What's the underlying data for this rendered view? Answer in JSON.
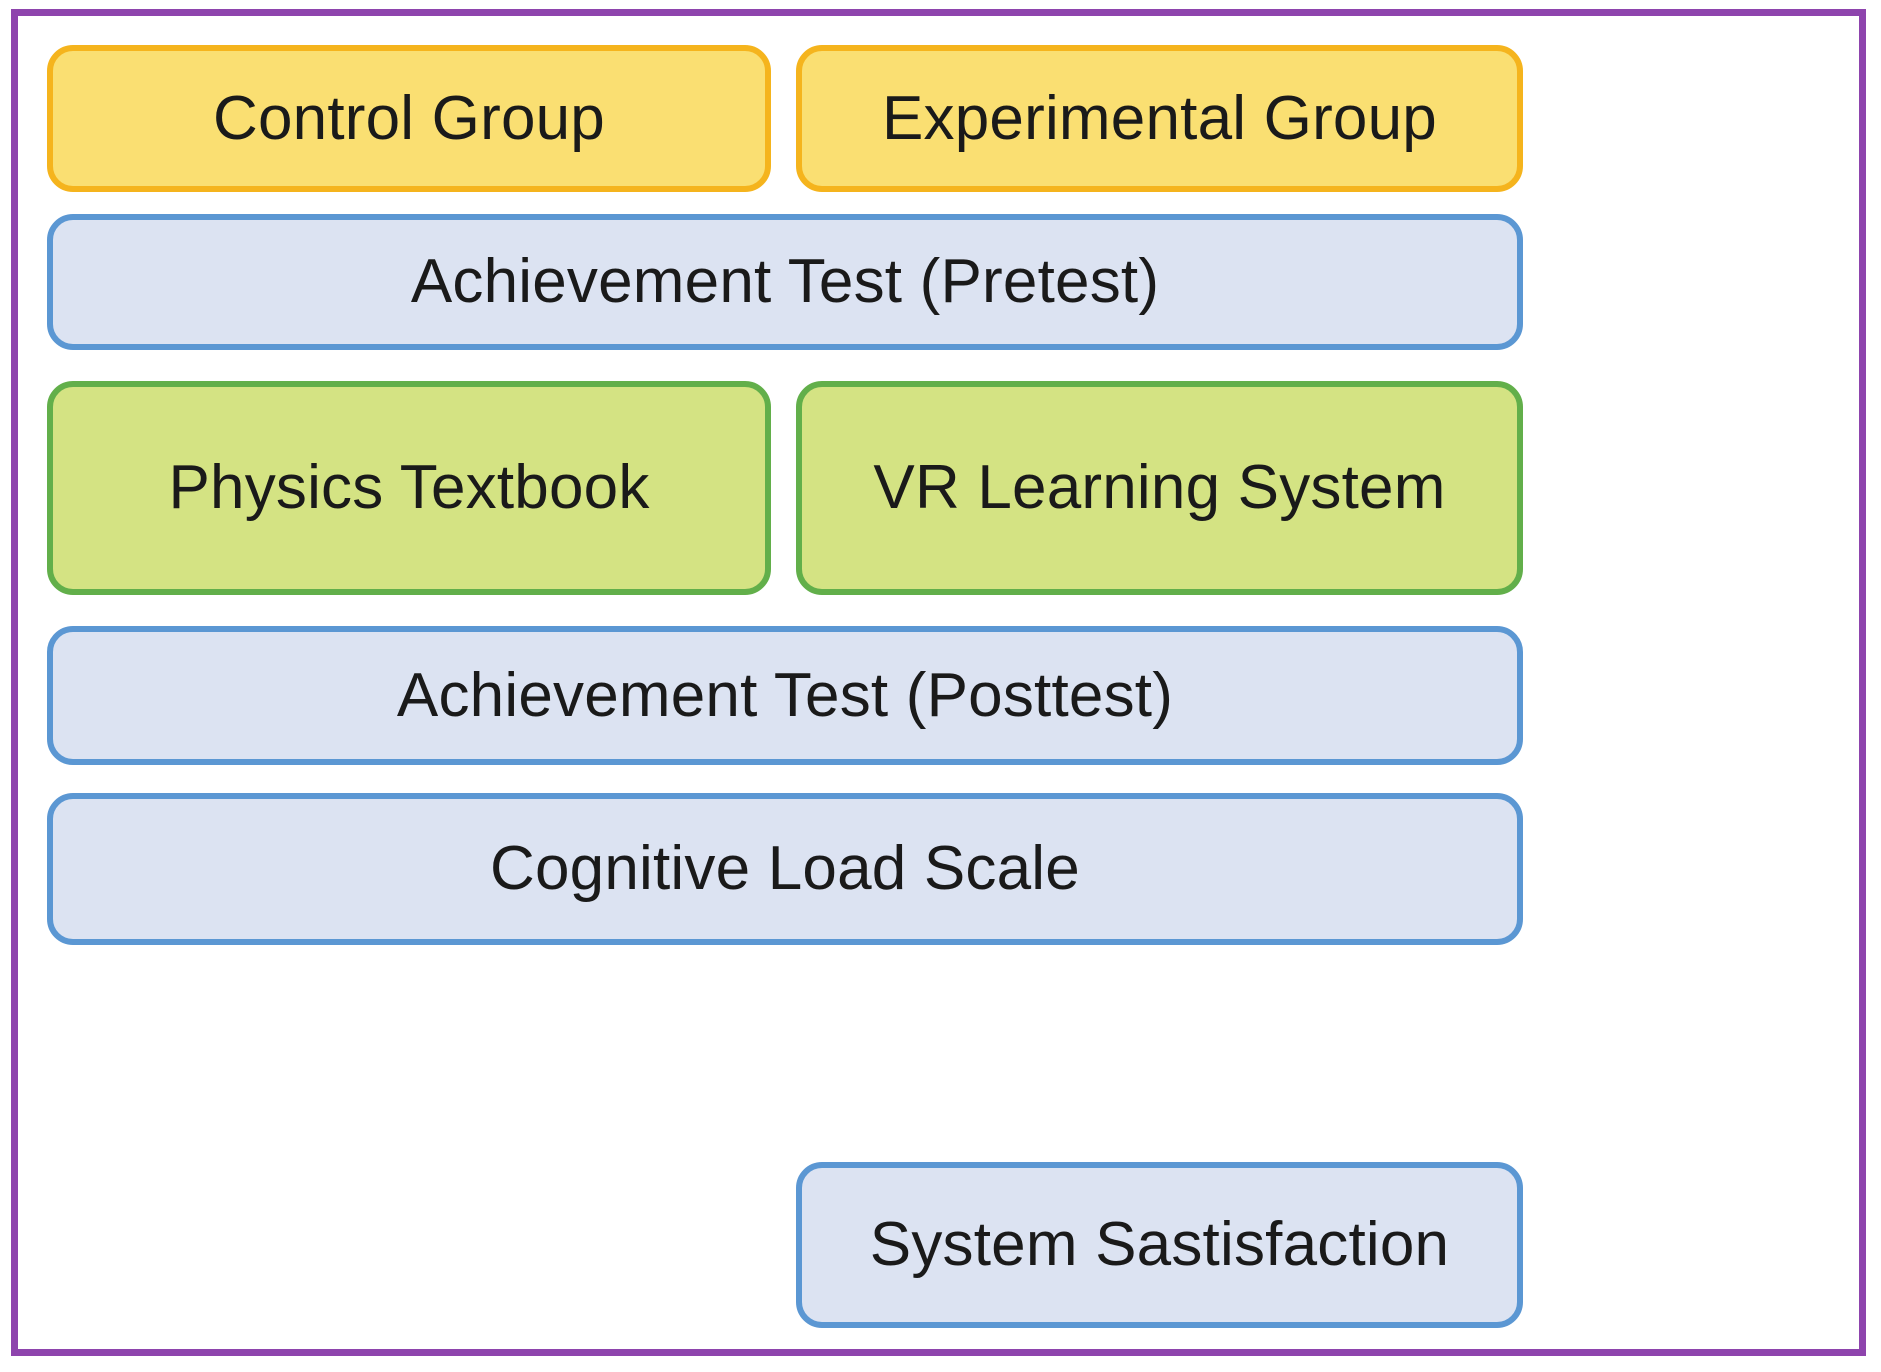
{
  "diagram": {
    "type": "research-design-flow",
    "frame": {
      "border_color": "#8E44AD"
    },
    "palette": {
      "group_fill": "#FADF72",
      "group_border": "#F5B41D",
      "measure_fill": "#DCE3F2",
      "measure_border": "#5B97D3",
      "treatment_fill": "#D4E383",
      "treatment_border": "#62AF4A"
    },
    "rows": [
      {
        "id": "groups",
        "span": "split",
        "boxes": [
          {
            "label": "Control Group",
            "tone": "yellow"
          },
          {
            "label": "Experimental Group",
            "tone": "yellow"
          }
        ]
      },
      {
        "id": "pretest",
        "span": "full",
        "boxes": [
          {
            "label": "Achievement Test (Pretest)",
            "tone": "blue"
          }
        ]
      },
      {
        "id": "treatment",
        "span": "split",
        "boxes": [
          {
            "label": "Physics Textbook",
            "tone": "green"
          },
          {
            "label": "VR Learning System",
            "tone": "green"
          }
        ]
      },
      {
        "id": "posttest",
        "span": "full",
        "boxes": [
          {
            "label": "Achievement Test (Posttest)",
            "tone": "blue"
          }
        ]
      },
      {
        "id": "cognitive-load",
        "span": "full",
        "boxes": [
          {
            "label": "Cognitive Load Scale",
            "tone": "blue"
          }
        ]
      },
      {
        "id": "satisfaction",
        "span": "right-only",
        "boxes": [
          {
            "label": "System Sastisfaction",
            "tone": "blue"
          }
        ]
      }
    ]
  }
}
